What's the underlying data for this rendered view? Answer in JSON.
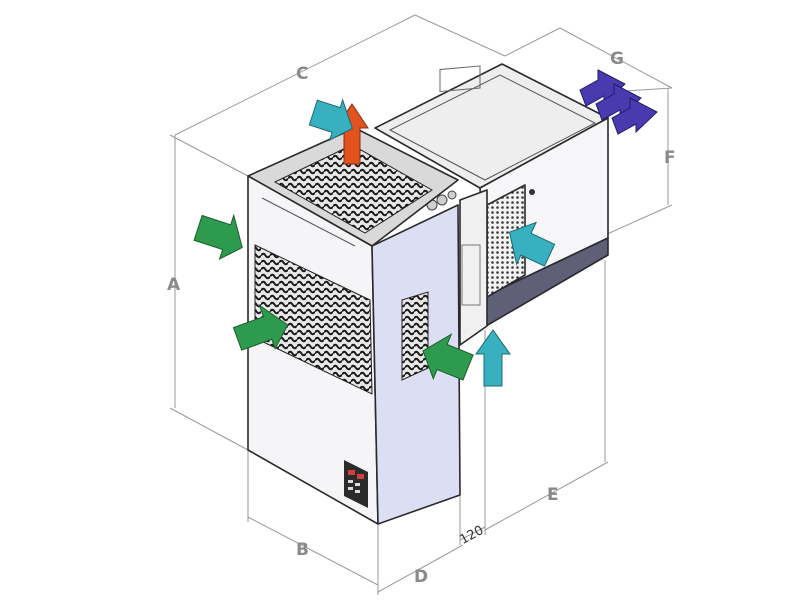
{
  "dimensions": {
    "A": "A",
    "B": "B",
    "C": "C",
    "D": "D",
    "E": "E",
    "F": "F",
    "G": "G",
    "clearance": "120"
  },
  "colors": {
    "intake_arrow": "#2e9a4e",
    "exhaust_arrow": "#e2531f",
    "evap_return_arrow": "#38b0c0",
    "evap_supply_arrow": "#4a3ab0",
    "side_panel": "#dcdff4",
    "front_panel": "#f4f4f6",
    "top_panel": "#e4e4e4",
    "grille": "#1c1c1c"
  },
  "icons": [
    "green-intake-arrow",
    "orange-exhaust-arrow",
    "cyan-return-arrow",
    "purple-supply-arrow",
    "control-panel-icon"
  ]
}
